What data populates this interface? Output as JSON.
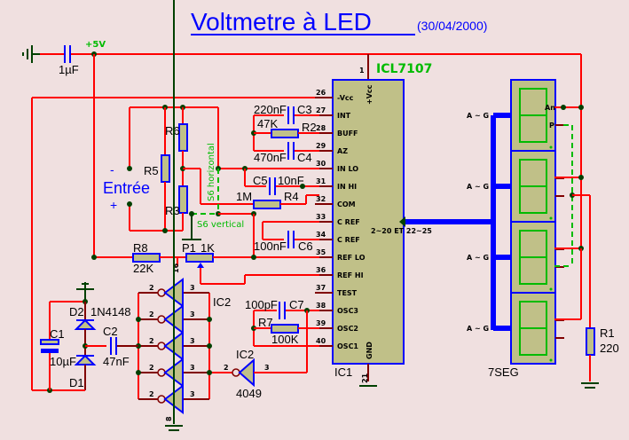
{
  "title": {
    "main": "Voltmetre à LED",
    "date": "(30/04/2000)"
  },
  "supply": {
    "label": "+5V",
    "decoupling_cap": "1µF"
  },
  "ic1": {
    "name": "ICL7107",
    "ref": "IC1",
    "vcc_label": "+Vcc",
    "vcc_pin": "1",
    "gnd_label": "GND",
    "gnd_pin": "21",
    "bus_label": "2~20  ET 22~25",
    "pins": [
      {
        "num": "26",
        "name": "-Vcc"
      },
      {
        "num": "27",
        "name": "INT"
      },
      {
        "num": "28",
        "name": "BUFF"
      },
      {
        "num": "29",
        "name": "AZ"
      },
      {
        "num": "30",
        "name": "IN LO"
      },
      {
        "num": "31",
        "name": "IN HI"
      },
      {
        "num": "32",
        "name": "COM"
      },
      {
        "num": "33",
        "name": "C REF"
      },
      {
        "num": "34",
        "name": "C REF"
      },
      {
        "num": "35",
        "name": "REF LO"
      },
      {
        "num": "36",
        "name": "REF HI"
      },
      {
        "num": "37",
        "name": "TEST"
      },
      {
        "num": "38",
        "name": "OSC3"
      },
      {
        "num": "39",
        "name": "OSC2"
      },
      {
        "num": "40",
        "name": "OSC1"
      }
    ]
  },
  "components": {
    "c3": {
      "ref": "C3",
      "value": "220nF"
    },
    "r2": {
      "ref": "R2",
      "value": "47K"
    },
    "c4": {
      "ref": "C4",
      "value": "470nF"
    },
    "c5": {
      "ref": "C5",
      "value": "10nF"
    },
    "r4": {
      "ref": "R4",
      "value": "1M"
    },
    "c6": {
      "ref": "C6",
      "value": "100nF"
    },
    "r6": {
      "ref": "R6"
    },
    "r5": {
      "ref": "R5"
    },
    "r3": {
      "ref": "R3"
    },
    "r8": {
      "ref": "R8",
      "value": "22K"
    },
    "p1": {
      "ref": "P1",
      "value": "1K"
    },
    "c7": {
      "ref": "C7",
      "value": "100pF"
    },
    "r7": {
      "ref": "R7",
      "value": "100K"
    },
    "c1": {
      "ref": "C1",
      "value": "10µF"
    },
    "c2": {
      "ref": "C2",
      "value": "47nF"
    },
    "d1": {
      "ref": "D1"
    },
    "d2": {
      "ref": "D2",
      "value": "1N4148"
    },
    "ic2": {
      "ref": "IC2",
      "value": "4049",
      "in_pin": "2",
      "out_pin": "3",
      "vcc_pin": "16",
      "gnd_pin": "8"
    },
    "r1": {
      "ref": "R1",
      "value": "220"
    },
    "display": {
      "ref": "7SEG",
      "bus_label": "A ~ G",
      "anode_label": "An",
      "dp_label": "P"
    }
  },
  "input": {
    "label": "Entrée",
    "minus": "-",
    "plus": "+"
  },
  "switch": {
    "horizontal": "S6 horizontal",
    "vertical": "S6 vertical"
  }
}
